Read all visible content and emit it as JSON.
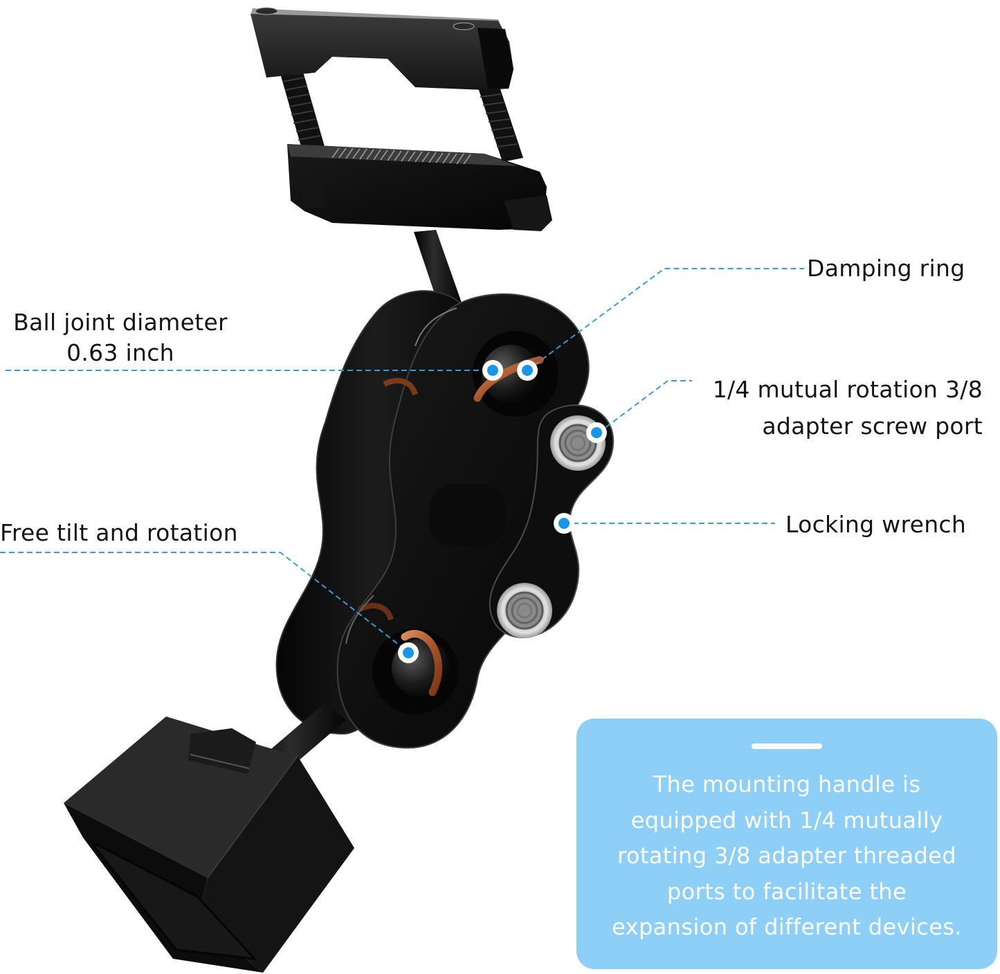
{
  "callouts": {
    "ball_joint": {
      "line1": "Ball joint diameter",
      "line2": "0.63 inch"
    },
    "damping_ring": {
      "text": "Damping ring"
    },
    "screw_port": {
      "line1": "1/4 mutual rotation 3/8",
      "line2": "adapter screw port"
    },
    "locking_wrench": {
      "text": "Locking wrench"
    },
    "free_tilt": {
      "text": "Free tilt and rotation"
    }
  },
  "info_box": {
    "lines": [
      "The mounting handle is",
      "equipped with 1/4 mutually",
      "rotating 3/8 adapter threaded",
      "ports to facilitate the",
      "expansion of different devices."
    ]
  },
  "colors": {
    "leader_line": "#3a9ad3",
    "marker_fill": "#1a96e8",
    "marker_ring": "#ffffff",
    "info_box_bg": "#8ecff7",
    "product_black": "#0d0d0d",
    "copper": "#b8643a"
  }
}
